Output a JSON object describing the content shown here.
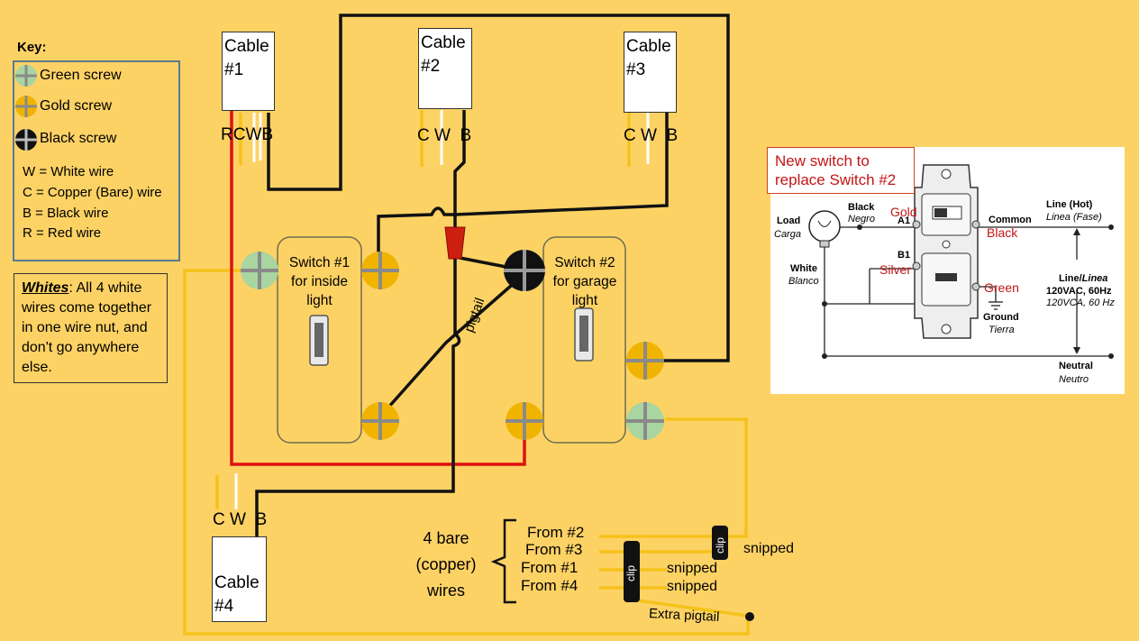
{
  "key": {
    "title": "Key:",
    "green_screw": "Green screw",
    "gold_screw": "Gold screw",
    "black_screw": "Black screw",
    "w": "W = White wire",
    "c": "C = Copper (Bare) wire",
    "b": "B = Black wire",
    "r": "R = Red wire"
  },
  "whites": {
    "title": "Whites",
    "text": ": All 4 white wires come together in one wire nut, and don't go anywhere else."
  },
  "cables": {
    "c1": {
      "name": "Cable #1",
      "wires": "RCWB"
    },
    "c2": {
      "name": "Cable #2",
      "wires": "C W  B"
    },
    "c3": {
      "name": "Cable #3",
      "wires": "C W  B"
    },
    "c4": {
      "name": "Cable #4",
      "wires": "C W  B"
    }
  },
  "switches": {
    "s1": "Switch #1 for inside light",
    "s2": "Switch #2 for garage light"
  },
  "pigtail": "pigtail",
  "bare": {
    "label": "4 bare (copper) wires",
    "from2": "From #2",
    "from3": "From #3",
    "from1": "From #1",
    "from4": "From #4",
    "clip": "clip",
    "snipped": "snipped",
    "extra": "Extra pigtail"
  },
  "inset": {
    "title": "New switch to replace Switch #2",
    "load": "Load",
    "carga": "Carga",
    "black": "Black",
    "negro": "Negro",
    "a1": "A1",
    "gold": "Gold",
    "common": "Common",
    "common_black": "Black",
    "line_hot": "Line (Hot)",
    "linea_fase": "Linea (Fase)",
    "white": "White",
    "blanco": "Blanco",
    "b1": "B1",
    "silver": "Silver",
    "green": "Green",
    "line_linea": "Line/",
    "linea": "Linea",
    "vac": "120VAC, 60Hz",
    "vca": "120VCA, 60 Hz",
    "ground": "Ground",
    "tierra": "Tierra",
    "neutral": "Neutral",
    "neutro": "Neutro"
  },
  "colors": {
    "background": "#fdd265",
    "wire_black": "#111111",
    "wire_red": "#e01010",
    "wire_copper": "#f5c21a",
    "screw_gold": "#f0b400",
    "screw_green": "#a8d5a0",
    "screw_black": "#111111"
  }
}
